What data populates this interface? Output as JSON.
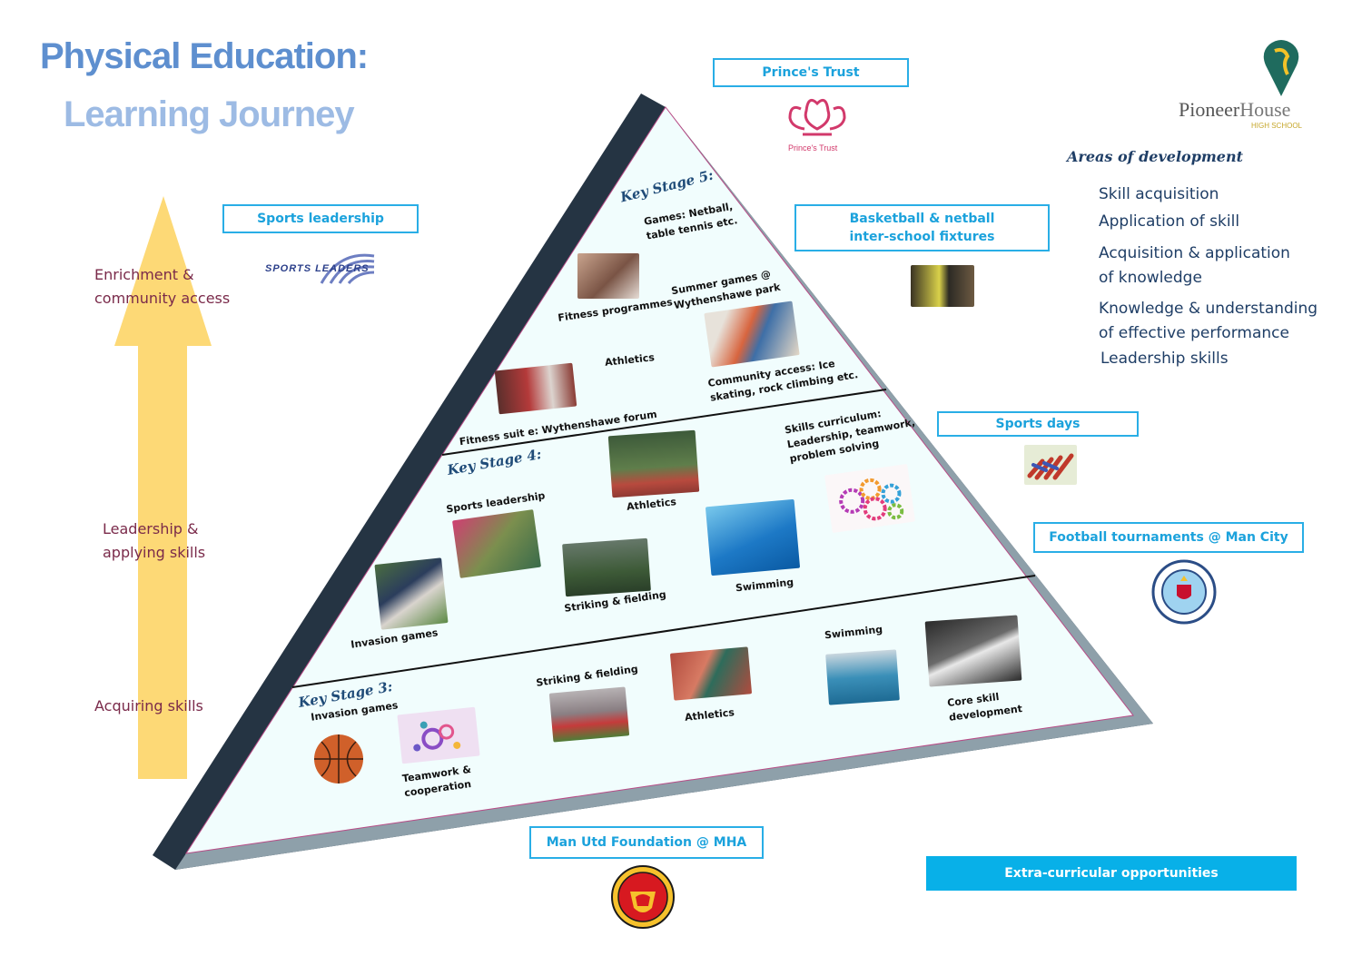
{
  "title": {
    "line1": "Physical Education:",
    "line2": "Learning Journey"
  },
  "school_logo": {
    "name": "Pioneer",
    "name2": "House",
    "sub": "HIGH SCHOOL"
  },
  "side_labels": {
    "enrichment": [
      "Enrichment &",
      "community access"
    ],
    "leadership": [
      "Leadership &",
      "applying skills"
    ],
    "acquiring": "Acquiring skills"
  },
  "areas": {
    "title": "Areas of development",
    "items": [
      "Skill acquisition",
      "Application of skill",
      "Acquisition & application",
      "of knowledge",
      "Knowledge & understanding",
      "of effective performance",
      "Leadership skills"
    ]
  },
  "extracurricular": {
    "princes_trust": "Prince's Trust",
    "princes_trust_logo": "Prince's Trust",
    "sports_leadership": "Sports leadership",
    "sports_leaders_logo": "SPORTS LEADERS",
    "basketball": [
      "Basketball & netball",
      "inter-school fixtures"
    ],
    "sports_days": "Sports days",
    "football": "Football tournaments @ Man City",
    "man_utd": "Man Utd Foundation @ MHA",
    "legend": "Extra-curricular opportunities"
  },
  "ks5": {
    "heading": "Key Stage 5:",
    "games": [
      "Games: Netball,",
      "table tennis etc."
    ],
    "fitness_programmes": "Fitness programmes",
    "summer_games": [
      "Summer games @",
      "Wythenshawe park"
    ],
    "athletics": "Athletics",
    "community_access": [
      "Community access: Ice",
      "skating, rock climbing etc."
    ],
    "fitness_suite": "Fitness suit e: Wythenshawe forum"
  },
  "ks4": {
    "heading": "Key Stage 4:",
    "skills_curriculum": [
      "Skills curriculum:",
      "Leadership, teamwork,",
      "problem solving"
    ],
    "sports_leadership": "Sports leadership",
    "athletics": "Athletics",
    "striking": "Striking & fielding",
    "swimming": "Swimming",
    "invasion": "Invasion games"
  },
  "ks3": {
    "heading": "Key Stage 3:",
    "invasion": "Invasion games",
    "teamwork": [
      "Teamwork &",
      "cooperation"
    ],
    "striking": "Striking & fielding",
    "athletics": "Athletics",
    "swimming": "Swimming",
    "core": [
      "Core skill",
      "development"
    ]
  },
  "colors": {
    "title": "#5e8fcf",
    "title_light": "#9dbbe4",
    "accent_blue": "#29aee6",
    "arrow": "#fdd976",
    "pyramid_fill": "#f1fdfd",
    "pyramid_dark": "#253443",
    "side_label": "#7a2a4a",
    "areas_text": "#1f3e66"
  }
}
